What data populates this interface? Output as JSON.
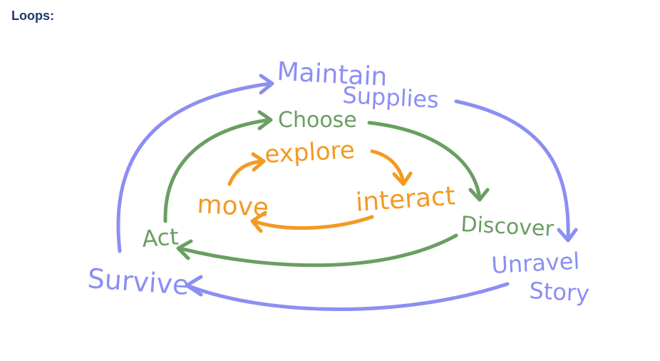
{
  "heading": "Loops:",
  "colors": {
    "outer": "#8b8ff2",
    "middle": "#6a9e62",
    "inner": "#f39a22",
    "heading": "#1f3a6b"
  },
  "outer_loop": {
    "maintain_line1": "Maintain",
    "maintain_line2": "Supplies",
    "unravel_line1": "Unravel",
    "unravel_line2": "Story",
    "survive": "Survive"
  },
  "middle_loop": {
    "choose": "Choose",
    "discover": "Discover",
    "act": "Act"
  },
  "inner_loop": {
    "explore": "explore",
    "interact": "interact",
    "move": "move"
  }
}
